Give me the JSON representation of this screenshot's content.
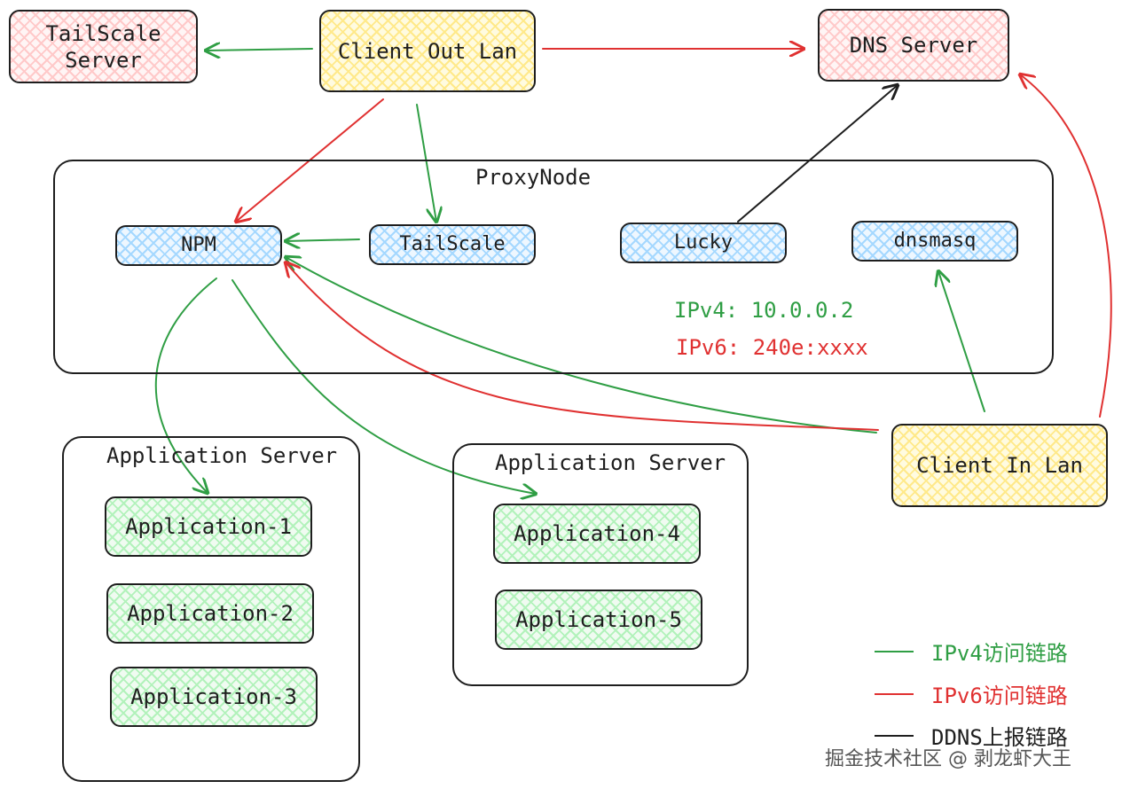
{
  "nodes": {
    "tailscale_server": "TailScale\nServer",
    "client_out_lan": "Client Out Lan",
    "dns_server": "DNS Server",
    "npm": "NPM",
    "tailscale": "TailScale",
    "lucky": "Lucky",
    "dnsmasq": "dnsmasq",
    "client_in_lan": "Client In Lan"
  },
  "groups": {
    "proxy_node": "ProxyNode",
    "app_server_left": "Application Server",
    "app_server_right": "Application Server"
  },
  "applications": [
    "Application-1",
    "Application-2",
    "Application-3",
    "Application-4",
    "Application-5"
  ],
  "ip": {
    "ipv4": "IPv4: 10.0.0.2",
    "ipv6": "IPv6: 240e:xxxx"
  },
  "legend": [
    {
      "label": "IPv4访问链路",
      "color": "#2f9e44"
    },
    {
      "label": "IPv6访问链路",
      "color": "#e03131"
    },
    {
      "label": "DDNS上报链路",
      "color": "#1e1e1e"
    }
  ],
  "colors": {
    "ipv4": "#2f9e44",
    "ipv6": "#e03131",
    "ddns": "#1e1e1e"
  },
  "watermark": "掘金技术社区 @ 剥龙虾大王"
}
